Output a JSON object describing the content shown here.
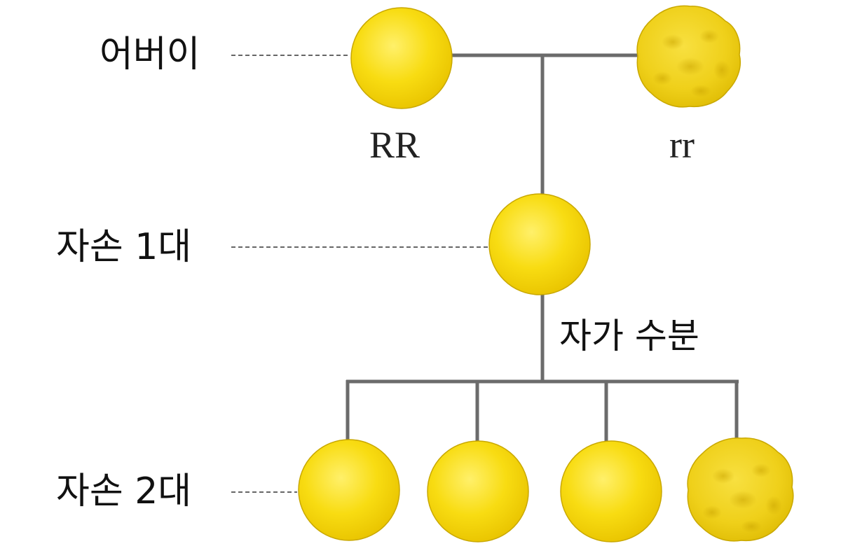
{
  "generations": {
    "parents": "어버이",
    "f1": "자손 1대",
    "f2": "자손 2대"
  },
  "genotypes": {
    "parent_round": "RR",
    "parent_wrinkled": "rr"
  },
  "process": "자가 수분",
  "peas": {
    "parents": [
      "round",
      "wrinkled"
    ],
    "f1": [
      "round"
    ],
    "f2": [
      "round",
      "round",
      "round",
      "wrinkled"
    ]
  },
  "colors": {
    "pea_fill": "#f7dc14",
    "pea_highlight": "#fff170",
    "pea_edge": "#c9a800",
    "connector": "#6b6b6b",
    "dashed_leader": "#333333"
  }
}
